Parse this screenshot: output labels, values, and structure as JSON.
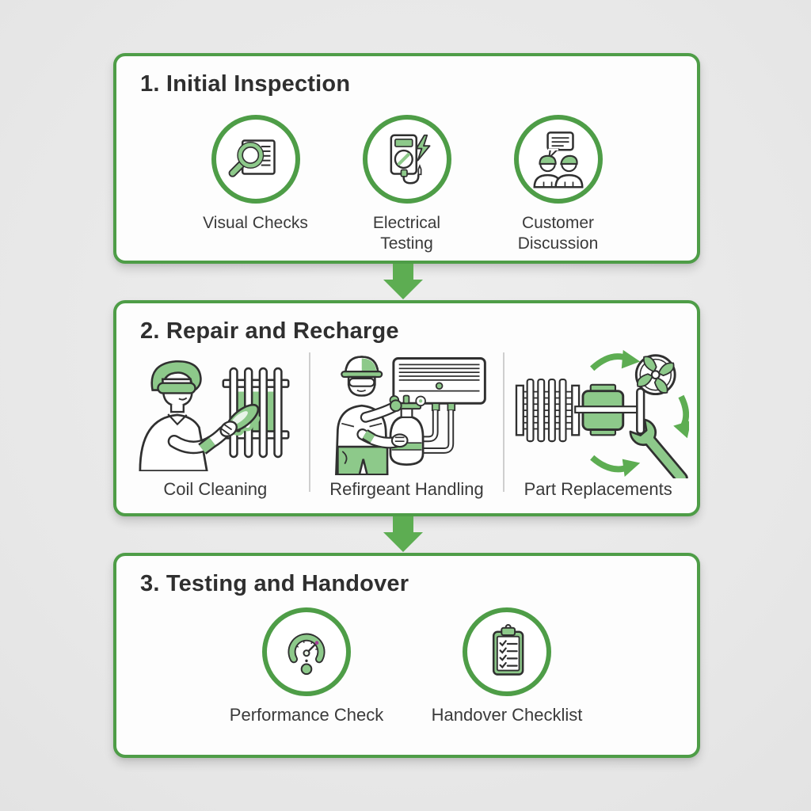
{
  "theme": {
    "background": "#e9e9e9",
    "panel_fill": "#fdfdfd",
    "border_green": "#4e9d47",
    "arrow_green": "#5dad52",
    "icon_fill_green": "#8dc98a",
    "outline_dark": "#303030",
    "text_dark": "#3a3a3a",
    "divider_gray": "#cfcfcf"
  },
  "diagram": {
    "type": "process-flow",
    "direction": "top-to-bottom",
    "connector": "down-arrow"
  },
  "steps": [
    {
      "title": "1. Initial Inspection",
      "items": [
        {
          "label": "Visual Checks",
          "icon": "magnifier-document-icon"
        },
        {
          "label": "Electrical Testing",
          "icon": "multimeter-icon"
        },
        {
          "label": "Customer Discussion",
          "icon": "conversation-icon"
        }
      ]
    },
    {
      "title": "2. Repair and Recharge",
      "items": [
        {
          "label": "Coil Cleaning",
          "icon": "coil-cleaning-illustration"
        },
        {
          "label": "Refirgeant Handling",
          "icon": "refrigerant-handling-illustration"
        },
        {
          "label": "Part Replacements",
          "icon": "part-replacement-illustration"
        }
      ]
    },
    {
      "title": "3. Testing and Handover",
      "items": [
        {
          "label": "Performance Check",
          "icon": "gauge-icon"
        },
        {
          "label": "Handover Checklist",
          "icon": "checklist-icon"
        }
      ]
    }
  ]
}
